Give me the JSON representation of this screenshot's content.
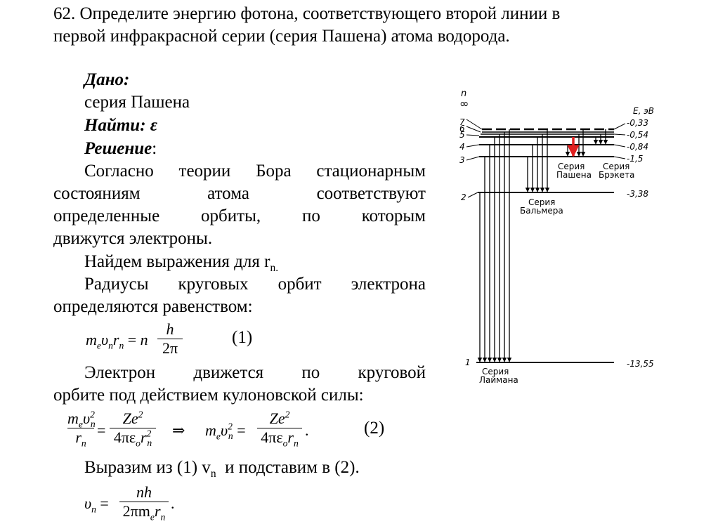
{
  "problem": {
    "line1": "62. Определите энергию фотона, соответствующего второй линии в",
    "line2": "первой инфракрасной серии (серия Пашена) атома водорода."
  },
  "given": {
    "heading": "Дано:",
    "value": "серия Пашена"
  },
  "find": {
    "heading": "Найти: ε"
  },
  "solution": {
    "heading": "Решение",
    "colon": ":",
    "para1_line1": [
      "Согласно",
      "теории",
      "Бора",
      "стационарным"
    ],
    "para1_line2": [
      "состояниям",
      "атома",
      "соответствуют"
    ],
    "para1_line3": [
      "определенные",
      "орбиты,",
      "по",
      "которым"
    ],
    "para1_line4": "движутся электроны.",
    "para2_prefix": "Найдем выражения для r",
    "para2_sub": "n.",
    "para3_line1": [
      "Радиусы",
      "круговых",
      "орбит",
      "электрона"
    ],
    "para3_line2": "определяются равенством:",
    "eq1_number": "(1)",
    "para4_line1": [
      "Электрон",
      "движется",
      "по",
      "круговой"
    ],
    "para4_line2": "орбите под действием кулоновской силы:",
    "eq2_number": "(2)",
    "para5_a": "Выразим из (1) v",
    "para5_sub": "n",
    "para5_b": "  и подставим в (2)."
  },
  "formulas": {
    "m": "m",
    "e": "e",
    "v": "υ",
    "n": "n",
    "r": "r",
    "eq": "=",
    "h": "h",
    "two_pi": "2π",
    "sq": "2",
    "Ze2": "Ze",
    "four_pi_eps": "4πε",
    "o": "o",
    "implies": "⇒",
    "dot": ".",
    "nh": "nh",
    "two_pi_m": "2πm"
  },
  "diagram": {
    "n_axis": "n",
    "infinity": "∞",
    "energy_header": "E, эВ",
    "levels": [
      {
        "n": "1",
        "energy": "-13,55"
      },
      {
        "n": "2",
        "energy": "-3,38"
      },
      {
        "n": "3",
        "energy": "-1,5"
      },
      {
        "n": "4",
        "energy": "-0,84"
      },
      {
        "n": "5",
        "energy": "-0,54"
      },
      {
        "n": "6",
        "energy": ""
      },
      {
        "n": "7",
        "energy": "-0,33"
      }
    ],
    "series": {
      "paschen": [
        "Серия",
        "Пашена"
      ],
      "brackett": [
        "Серия",
        "Брэкета"
      ],
      "balmer": [
        "Серия",
        "Бальмера"
      ],
      "lyman": [
        "Серия",
        "Лаймана"
      ]
    },
    "highlight_color": "#e02020"
  }
}
